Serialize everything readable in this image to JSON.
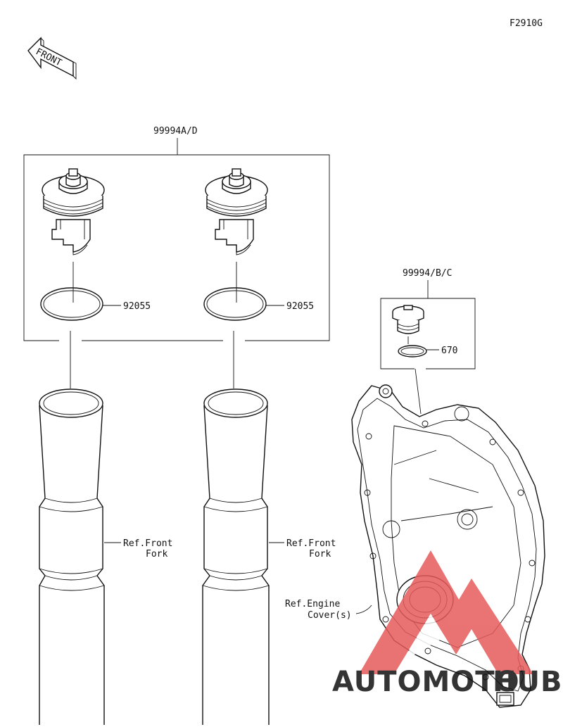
{
  "diagram": {
    "code": "F2910G",
    "front_arrow": "FRONT",
    "callouts": {
      "kit_ad": "99994A/D",
      "kit_bc": "99994/B/C",
      "oring_left": "92055",
      "oring_right": "92055",
      "plug_ring": "670",
      "fork_left_line1": "Ref.Front",
      "fork_left_line2": "Fork",
      "fork_right_line1": "Ref.Front",
      "fork_right_line2": "Fork",
      "engine_line1": "Ref.Engine",
      "engine_line2": "Cover(s)"
    }
  },
  "watermark": {
    "text_left": "AUTOMOTO",
    "text_right": "HUB",
    "color_red": "#e65a5a",
    "color_orange": "#f2a623"
  }
}
